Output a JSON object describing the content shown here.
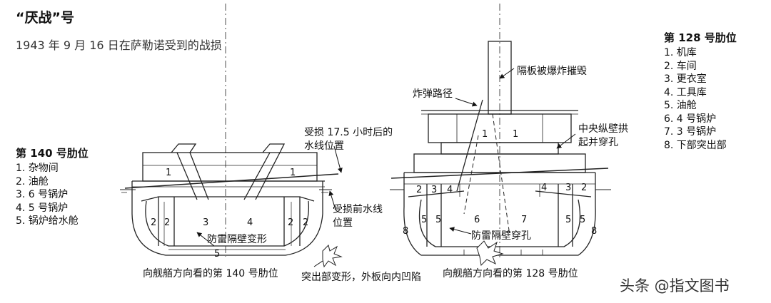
{
  "header": {
    "title": "“厌战”号",
    "subtitle": "1943 年 9 月 16 日在萨勒诺受到的战损"
  },
  "legend_140": {
    "title": "第 140 号肋位",
    "items": [
      "1.  杂物间",
      "2.  油舱",
      "3.  6 号锅炉",
      "4.  5 号锅炉",
      "5.  锅炉给水舱"
    ]
  },
  "legend_128": {
    "title": "第 128 号肋位",
    "items": [
      "1.  机库",
      "2.  车间",
      "3.  更衣室",
      "4.  工具库",
      "5.  油舱",
      "6.  4 号锅炉",
      "7.  3 号锅炉",
      "8.  下部突出部"
    ]
  },
  "annotations": {
    "waterline_after": [
      "受损 17.5 小时后的",
      "水线位置"
    ],
    "waterline_before": [
      "受损前水线",
      "位置"
    ],
    "bulkhead_deformed": "防雷隔壁变形",
    "caption_140": "向舰艏方向看的第 140 号肋位",
    "bulge_deformed": "突出部变形，外板向内凹陷",
    "partition_destroyed": "隔板被爆炸摧毁",
    "bomb_path": "炸弹路径",
    "central_bulkhead": [
      "中央纵壁拱",
      "起并穿孔"
    ],
    "bulkhead_pierced": "防雷隔壁穿孔",
    "caption_128": "向舰艏方向看的第 128 号肋位"
  },
  "section_140_labels": {
    "n1_left": "1",
    "n1_right": "1",
    "n2a": "2",
    "n2b": "2",
    "n3": "3",
    "n4": "4",
    "n2c": "2",
    "n2d": "2",
    "n5": "5"
  },
  "section_128_labels": {
    "n1_left": "1",
    "n1_right": "1",
    "n2_left": "2",
    "n3_left": "3",
    "n4_left": "4",
    "n4_right": "4",
    "n3_right": "3",
    "n2_right": "2",
    "n8_left": "8",
    "n5a": "5",
    "n5b": "5",
    "n6": "6",
    "n7": "7",
    "n5c": "5",
    "n5d": "5",
    "n8_right": "8"
  },
  "watermark": "头条 @指文图书"
}
